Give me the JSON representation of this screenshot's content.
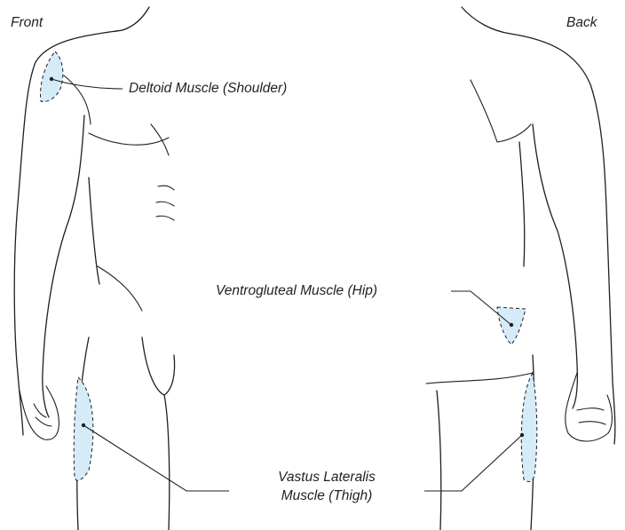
{
  "views": {
    "front": "Front",
    "back": "Back"
  },
  "labels": {
    "deltoid": "Deltoid Muscle (Shoulder)",
    "ventrogluteal": "Ventrogluteal Muscle (Hip)",
    "vastus_line1": "Vastus Lateralis",
    "vastus_line2": "Muscle (Thigh)"
  },
  "colors": {
    "site_fill": "#d6ebf8",
    "line": "#1f1f1f"
  }
}
